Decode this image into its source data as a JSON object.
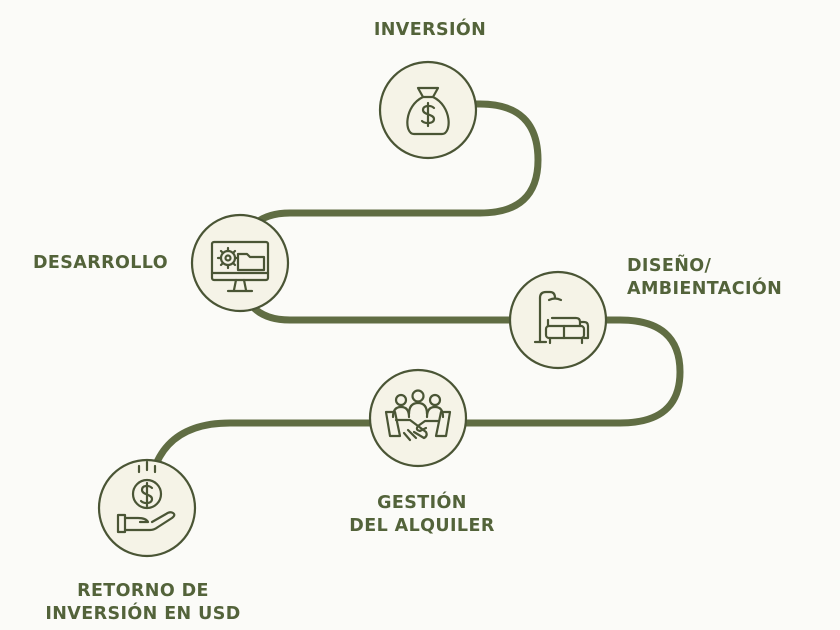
{
  "colors": {
    "path": "#606d43",
    "circle_fill": "#f5f3e7",
    "circle_stroke": "#4a5535",
    "icon": "#4a5535",
    "text": "#53633a",
    "background": "#fbfbf8"
  },
  "steps": [
    {
      "icon": "money-bag-icon",
      "lines": [
        "INVERSIÓN"
      ]
    },
    {
      "icon": "computer-gear-folder-icon",
      "lines": [
        "DESARROLLO"
      ]
    },
    {
      "icon": "lamp-sofa-icon",
      "lines": [
        "DISEÑO/",
        "AMBIENTACIÓN"
      ]
    },
    {
      "icon": "people-handshake-icon",
      "lines": [
        "GESTIÓN",
        "DEL ALQUILER"
      ]
    },
    {
      "icon": "coin-hand-icon",
      "lines": [
        "RETORNO DE",
        "INVERSIÓN EN USD"
      ]
    }
  ]
}
